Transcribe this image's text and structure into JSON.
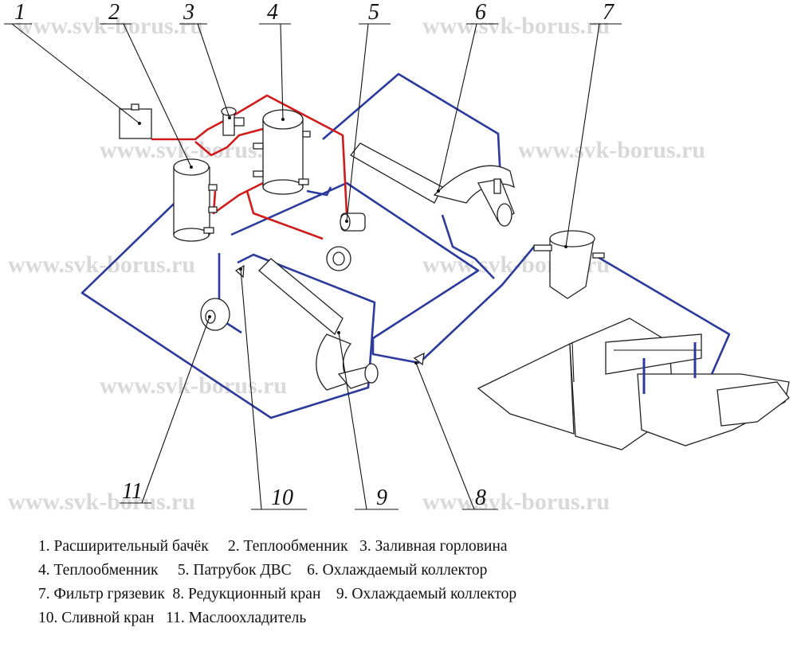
{
  "watermark": "www.svk-borus.ru",
  "callouts": [
    "1",
    "2",
    "3",
    "4",
    "5",
    "6",
    "7",
    "8",
    "9",
    "10",
    "11"
  ],
  "legend": {
    "lines": [
      "1. Расширительный бачёк     2. Теплообменник   3. Заливная горловина",
      "4. Теплообменник     5. Патрубок ДВС    6. Охлаждаемый коллектор",
      "7. Фильтр грязевик  8. Редукционный кран    9. Охлаждаемый коллектор",
      "10. Сливной кран   11. Маслоохладитель"
    ]
  },
  "colors": {
    "pipe_blue": "#2b3a9c",
    "pipe_red": "#d11a1a",
    "watermark": "#d9d9d9"
  }
}
